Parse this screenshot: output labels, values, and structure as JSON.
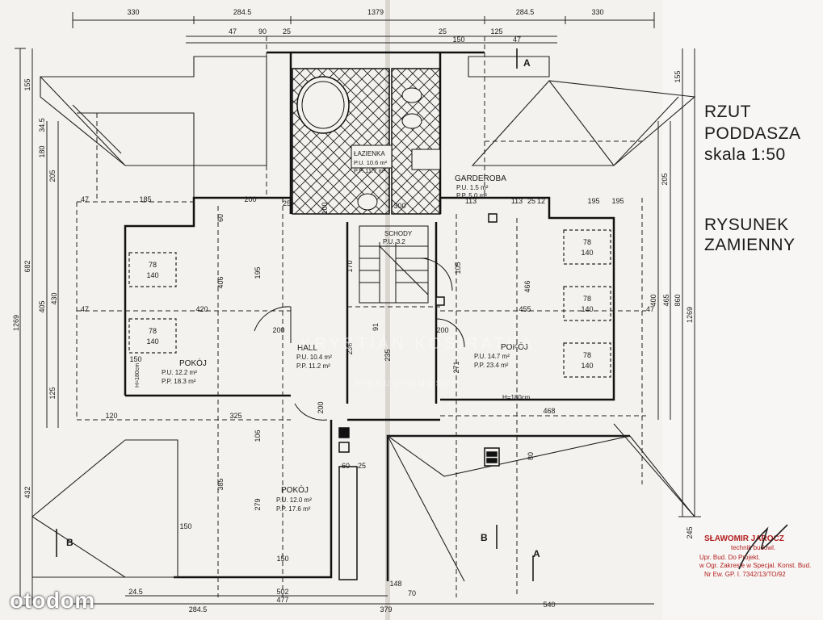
{
  "title": {
    "line1": "RZUT",
    "line2": "PODDASZA",
    "line3": "skala  1:50"
  },
  "note": {
    "line1": "RYSUNEK",
    "line2": "ZAMIENNY"
  },
  "rooms": {
    "lazienka": {
      "name": "ŁAZIENKA",
      "pu": "P.U. 10.6 m²",
      "pp": "P.P. 11.7 m²"
    },
    "garderoba": {
      "name": "GARDEROBA",
      "pu": "P.U. 1.5 m²",
      "pp": "P.P. 5.0 m²"
    },
    "schody": {
      "name": "SCHODY",
      "pu": "P.U. 3.2"
    },
    "hall": {
      "name": "HALL",
      "pu": "P.U. 10.4 m²",
      "pp": "P.P. 11.2 m²"
    },
    "pokoj_left": {
      "name": "POKÓJ",
      "pu": "P.U. 12.2 m²",
      "pp": "P.P. 18.3 m²",
      "h": "H=180cm"
    },
    "pokoj_right": {
      "name": "POKÓJ",
      "pu": "P.U. 14.7 m²",
      "pp": "P.P. 23.4 m²",
      "h": "H=180cm"
    },
    "pokoj_bottom": {
      "name": "POKÓJ",
      "pu": "P.U. 12.0 m²",
      "pp": "P.P. 17.6 m²"
    }
  },
  "windows": {
    "w1": {
      "top": "78",
      "bottom": "140"
    },
    "w2": {
      "top": "78",
      "bottom": "140"
    },
    "w3": {
      "top": "78",
      "bottom": "140"
    },
    "w4": {
      "top": "78",
      "bottom": "140"
    },
    "w5": {
      "top": "78",
      "bottom": "140"
    }
  },
  "dimensions": {
    "top_row": [
      "330",
      "284.5",
      "1379",
      "284.5",
      "330"
    ],
    "top_row2": [
      "47",
      "90",
      "25",
      "150",
      "25",
      "125",
      "47"
    ],
    "bottom_row": [
      "24.5",
      "284.5",
      "477",
      "502",
      "150",
      "148",
      "70",
      "379",
      "540"
    ],
    "left_col": [
      "155",
      "34.5",
      "180",
      "205",
      "682",
      "1269",
      "405",
      "430",
      "125",
      "432"
    ],
    "right_col": [
      "155",
      "205",
      "400",
      "465",
      "860",
      "1269",
      "245"
    ],
    "inner": [
      "185",
      "47",
      "200",
      "25",
      "60",
      "420",
      "455",
      "47",
      "150",
      "325",
      "120",
      "195",
      "406",
      "170",
      "105",
      "466",
      "236",
      "235",
      "271",
      "195",
      "279",
      "106",
      "385",
      "150",
      "113",
      "113",
      "25",
      "12",
      "47",
      "195",
      "468",
      "80",
      "200",
      "91",
      "200",
      "200",
      "60",
      "25",
      "100",
      "300"
    ]
  },
  "sections": {
    "a": "A",
    "b": "B"
  },
  "stamp": {
    "name": "SŁAWOMIR JAROCZ",
    "role": "technik budowl.",
    "l3": "Upr. Bud. Do Projekt.",
    "l4": "w Ogr. Zakresie w Specjal. Konst. Bud.",
    "l5": "Nr Ew. GP. I. 7342/13/TO/92"
  },
  "watermark": {
    "main": "KRYSTIAN KOSIRATKA",
    "sub": "NIERUCHOMOŚCI"
  },
  "brand": "otodom"
}
